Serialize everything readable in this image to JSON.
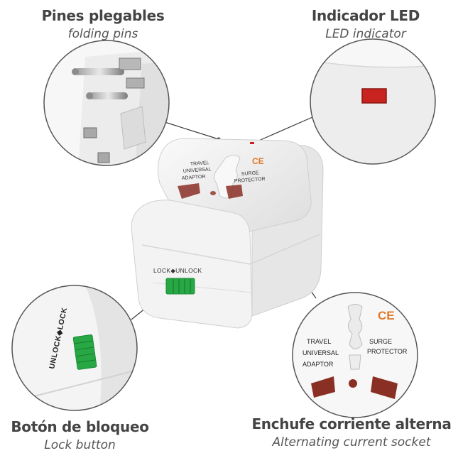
{
  "callouts": {
    "pins": {
      "title": "Pines plegables",
      "subtitle": "folding pins"
    },
    "led": {
      "title": "Indicador LED",
      "subtitle": "LED indicator"
    },
    "lock": {
      "title": "Botón de bloqueo",
      "subtitle": "Lock button"
    },
    "socket": {
      "title": "Enchufe corriente alterna",
      "subtitle": "Alternating current socket"
    }
  },
  "device": {
    "label_left_1": "TRAVEL",
    "label_left_2": "UNIVERSAL",
    "label_left_3": "ADAPTOR",
    "label_right_1": "SURGE",
    "label_right_2": "PROTECTOR",
    "ce_mark": "CE",
    "lock_label": "LOCK◆UNLOCK"
  },
  "zoom_lock": {
    "label": "UNLOCK◆LOCK"
  },
  "zoom_socket": {
    "label_left_1": "TRAVEL",
    "label_left_2": "UNIVERSAL",
    "label_left_3": "ADAPTOR",
    "label_right_1": "SURGE",
    "label_right_2": "PROTECTOR",
    "ce_mark": "CE"
  },
  "colors": {
    "led": "#c8231f",
    "lock_button": "#27a844",
    "socket_hole": "#8a2f24",
    "body": "#f1f1f1",
    "circle_border": "#555555"
  }
}
